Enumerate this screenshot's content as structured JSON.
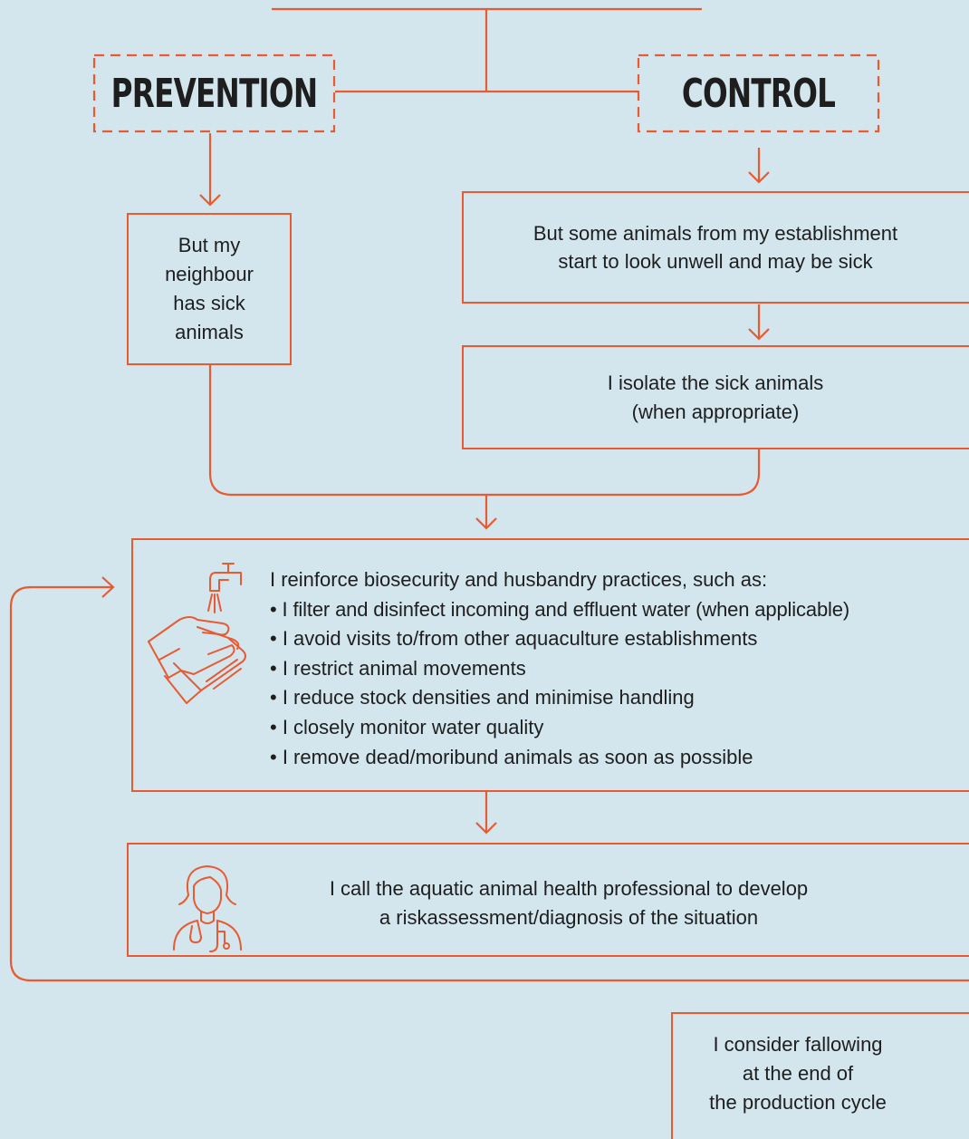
{
  "colors": {
    "background": "#d3e6ee",
    "accent": "#e85a31",
    "text": "#1e1e1e"
  },
  "headings": {
    "prevention": "PREVENTION",
    "control": "CONTROL"
  },
  "boxes": {
    "neighbour": [
      "But my",
      "neighbour",
      "has sick",
      "animals"
    ],
    "unwell": [
      "But some animals from my establishment",
      "start to look unwell and may be sick"
    ],
    "isolate": [
      "I isolate the sick animals",
      "(when appropriate)"
    ],
    "biosecurity": {
      "intro": "I reinforce biosecurity and husbandry practices, such as:",
      "items": [
        "• I filter and disinfect incoming and effluent water (when applicable)",
        "• I avoid visits to/from other aquaculture establishments",
        "• I restrict animal movements",
        "• I reduce stock densities and minimise handling",
        "• I closely monitor water quality",
        "• I remove dead/moribund animals as soon as possible"
      ],
      "icon": "hand-washing-icon"
    },
    "professional": {
      "lines": [
        "I call the aquatic animal health professional to develop",
        "a riskassessment/diagnosis of the situation"
      ],
      "icon": "health-professional-icon"
    },
    "fallowing": [
      "I consider fallowing",
      "at the end of",
      "the production cycle"
    ]
  }
}
